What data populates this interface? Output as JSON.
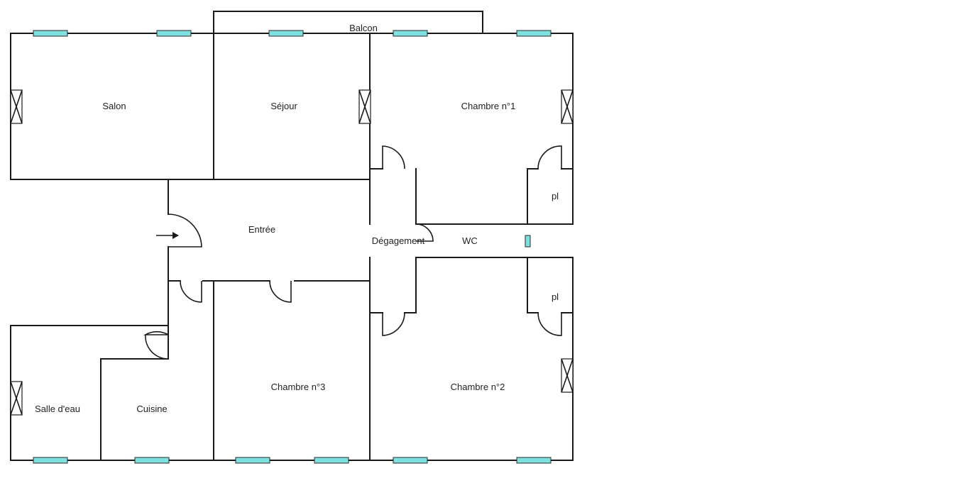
{
  "rooms": {
    "balcon": "Balcon",
    "salon": "Salon",
    "sejour": "Séjour",
    "chambre1": "Chambre n°1",
    "entree": "Entrée",
    "degagement": "Dégagement",
    "wc": "WC",
    "placard_haut": "pl",
    "placard_bas": "pl",
    "chambre3": "Chambre n°3",
    "chambre2": "Chambre n°2",
    "salle_deau": "Salle d'eau",
    "cuisine": "Cuisine"
  },
  "colors": {
    "window": "#7fe0e0",
    "wall": "#1a1a1a",
    "background": "#ffffff"
  }
}
